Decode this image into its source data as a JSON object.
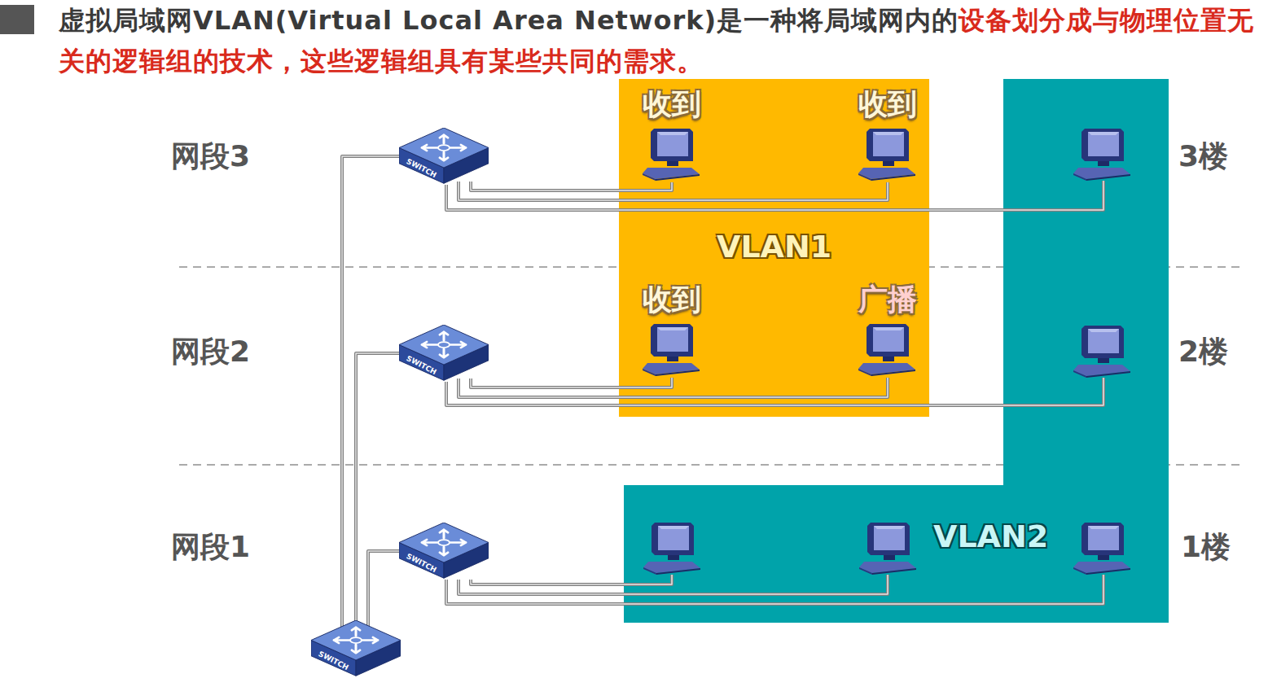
{
  "diagram": {
    "title": "虚拟局域网VLAN(Virtual Local Area Network)是一种将局域网内的",
    "nodes": [
      {
        "text": [
          "VLAN1"
        ]
      },
      {
        "text": [
          "收到"
        ],
        "in": 0
      },
      {
        "text": [
          "收到"
        ],
        "in": 0
      },
      {
        "text": [
          "收到"
        ],
        "in": 0
      },
      {
        "text": [
          "广播"
        ],
        "in": 0
      },
      {
        "text": [
          "VLAN2"
        ]
      },
      {
        "text": [
          "SWITCH"
        ]
      },
      {
        "text": [
          "SWITCH"
        ]
      },
      {
        "text": [
          "SWITCH"
        ]
      },
      {
        "text": [
          "SWITCH"
        ]
      }
    ],
    "edges": [
      {
        "from": 9,
        "to": 6,
        "arrow": "none"
      },
      {
        "from": 9,
        "to": 7,
        "arrow": "none"
      },
      {
        "from": 9,
        "to": 8,
        "arrow": "none"
      },
      {
        "from": 6,
        "to": 1,
        "arrow": "none"
      },
      {
        "from": 6,
        "to": 2,
        "arrow": "none"
      },
      {
        "from": 7,
        "to": 3,
        "arrow": "none"
      },
      {
        "from": 7,
        "to": 4,
        "arrow": "none"
      }
    ],
    "labels": [
      "设备划分成与物理位置无关的逻辑组的技术，这些逻辑组具有某些共同的需求。",
      "网段3",
      "网段2",
      "网段1",
      "3楼",
      "2楼",
      "1楼"
    ]
  }
}
